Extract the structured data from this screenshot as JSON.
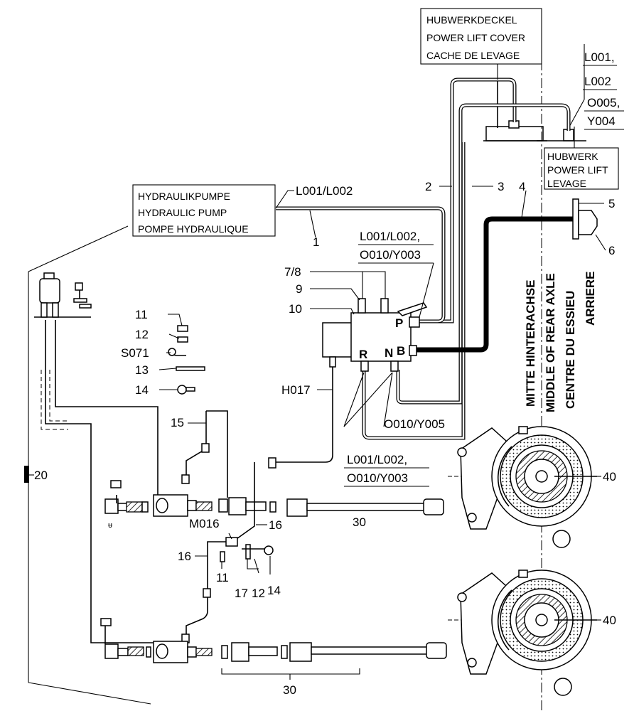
{
  "boxes": {
    "lift_cover": [
      "HUBWERKDECKEL",
      "POWER LIFT  COVER",
      "CACHE DE LEVAGE"
    ],
    "lift": [
      "HUBWERK",
      "POWER LIFT",
      "LEVAGE"
    ],
    "pump": [
      "HYDRAULIKPUMPE",
      "HYDRAULIC PUMP",
      "POMPE HYDRAULIQUE"
    ]
  },
  "axle_labels": [
    "MITTE HINTERACHSE",
    "MIDDLE OF REAR AXLE",
    "CENTRE DU ESSIEU",
    "ARRIERE"
  ],
  "variant_codes": {
    "lift_a": "L001,",
    "lift_b": "L002",
    "lift_c": "O005,",
    "lift_d": "Y004",
    "pump": "L001/L002",
    "valve_top_a": "L001/L002,",
    "valve_top_b": "O010/Y003",
    "valve_bottom": "O010/Y005",
    "lower_a": "L001/L002,",
    "lower_b": "O010/Y003",
    "h017": "H017",
    "m016": "M016",
    "s071": "S071"
  },
  "valve_ports": [
    "P",
    "B",
    "R",
    "N"
  ],
  "callouts": {
    "c1": "1",
    "c2": "2",
    "c3": "3",
    "c4": "4",
    "c5": "5",
    "c6": "6",
    "c7_8": "7/8",
    "c9": "9",
    "c10": "10",
    "c11a": "11",
    "c12a": "12",
    "c13": "13",
    "c14a": "14",
    "c15": "15",
    "c16a": "16",
    "c16b": "16",
    "c11b": "11",
    "c17": "17",
    "c12b": "12",
    "c14b": "14",
    "c20": "20",
    "c30a": "30",
    "c30b": "30",
    "c40a": "40",
    "c40b": "40"
  }
}
